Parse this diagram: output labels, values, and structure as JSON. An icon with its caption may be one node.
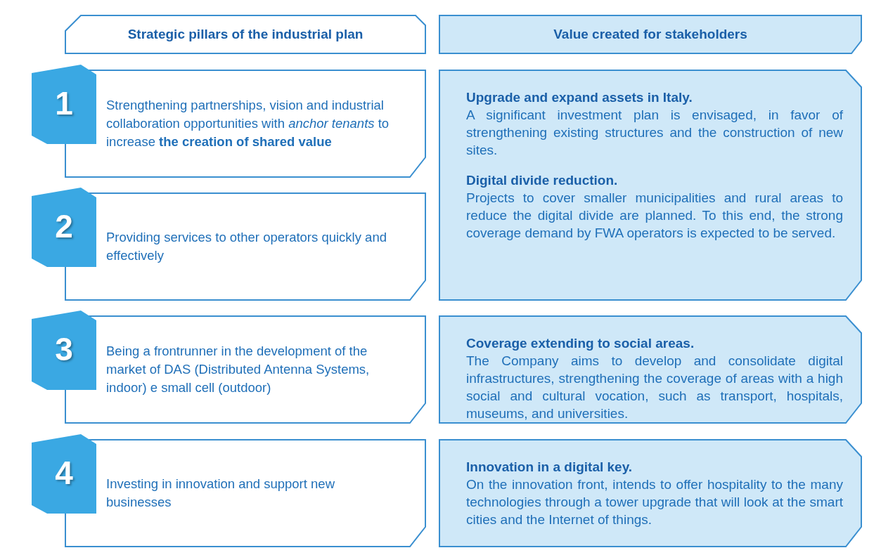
{
  "diagram": {
    "nodes": [
      {
        "text": [
          "Strategic pillars of the industrial plan"
        ]
      },
      {
        "text": [
          "Value created for stakeholders"
        ]
      },
      {
        "text": [
          "1"
        ]
      },
      {
        "text": [
          "Strengthening partnerships, vision and industrial collaboration opportunities with *anchor tenants* to increase **the creation of shared value**"
        ]
      },
      {
        "text": [
          "Upgrade and expand assets in Italy.",
          "A significant investment plan is envisaged, in favor of strengthening existing structures and the construction of new sites.",
          "Digital divide reduction.",
          "Projects to cover smaller municipalities and rural areas to reduce the digital divide are planned. To this end, the strong coverage demand by FWA operators is expected to be served."
        ]
      },
      {
        "text": [
          "2"
        ]
      },
      {
        "text": [
          "Providing services to other operators quickly and effectively"
        ]
      },
      {
        "text": [
          "3"
        ]
      },
      {
        "text": [
          "Being a frontrunner in the development of the market of DAS (Distributed Antenna Systems, indoor) e small cell (outdoor)"
        ]
      },
      {
        "text": [
          "Coverage extending to social areas.",
          "The Company aims to develop and consolidate digital infrastructures, strengthening the coverage of areas with a high social and cultural vocation, such as transport, hospitals, museums, and universities."
        ]
      },
      {
        "text": [
          "4"
        ]
      },
      {
        "text": [
          "Investing in innovation and support new businesses"
        ]
      },
      {
        "text": [
          "Innovation in a digital key.",
          "On the innovation front, intends to offer hospitality to the many technologies through a tower upgrade that will look at the smart cities and the Internet of things."
        ]
      }
    ]
  }
}
